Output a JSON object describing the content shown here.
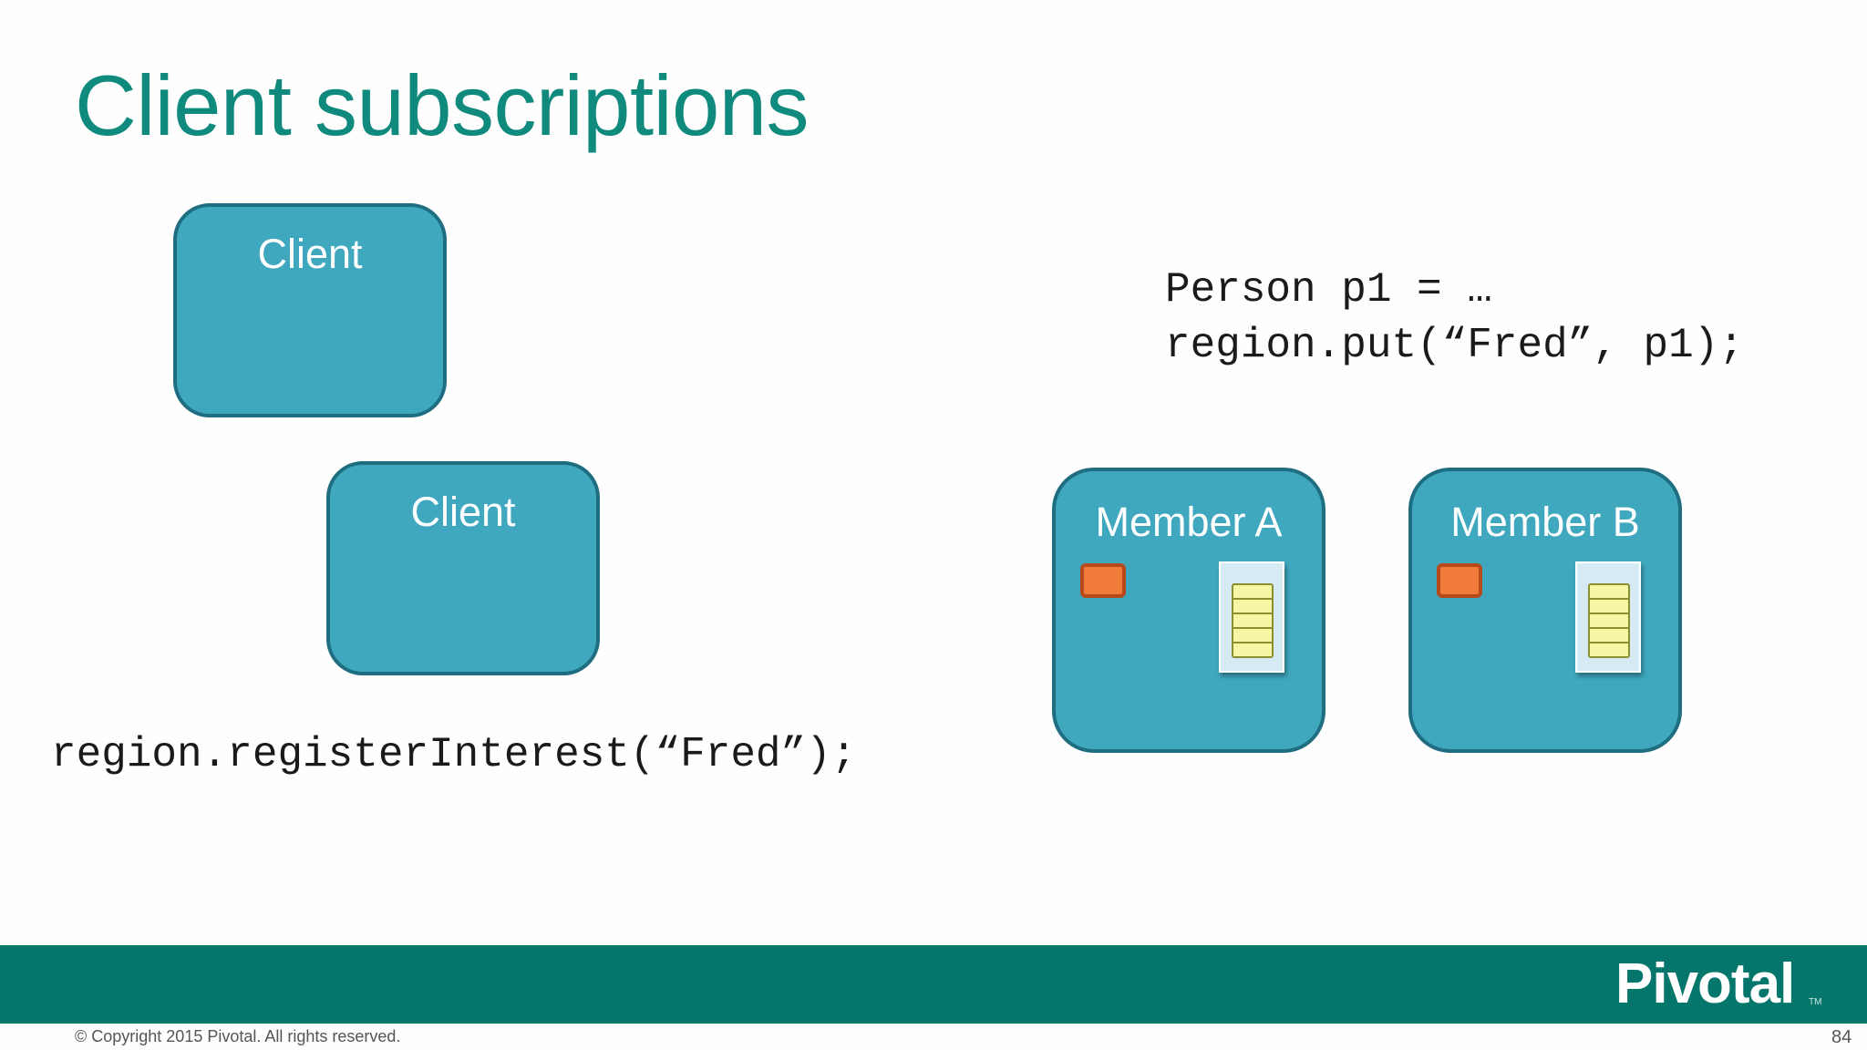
{
  "slide": {
    "title": "Client subscriptions",
    "page_number": "84",
    "copyright": "© Copyright 2015 Pivotal. All rights reserved."
  },
  "diagram": {
    "clients": [
      {
        "label": "Client"
      },
      {
        "label": "Client"
      }
    ],
    "members": [
      {
        "label": "Member A"
      },
      {
        "label": "Member B"
      }
    ],
    "code_put": {
      "line1": "Person p1 = …",
      "line2": "region.put(“Fred”, p1);"
    },
    "code_register": "region.registerInterest(“Fred”);"
  },
  "brand": {
    "logo_text": "Pivotal",
    "trademark": "TM",
    "accent_color": "#04766b",
    "title_color": "#0f8a7c",
    "node_color": "#3fa8bf",
    "entry_color": "#f07b3a"
  }
}
